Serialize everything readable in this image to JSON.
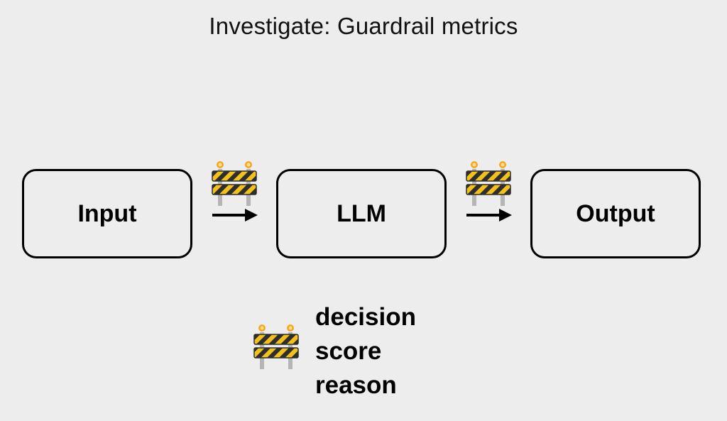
{
  "title": "Investigate: Guardrail metrics",
  "nodes": [
    {
      "label": "Input"
    },
    {
      "label": "LLM"
    },
    {
      "label": "Output"
    }
  ],
  "icons": [
    "barrier-icon",
    "arrow-right-icon"
  ],
  "metrics": [
    "decision",
    "score",
    "reason"
  ],
  "colors": {
    "background": "#ededed",
    "stripe_yellow": "#f2c21b",
    "stripe_dark": "#2e2e2e",
    "light_orange": "#f5a623",
    "post_gray": "#b5b5b5"
  }
}
